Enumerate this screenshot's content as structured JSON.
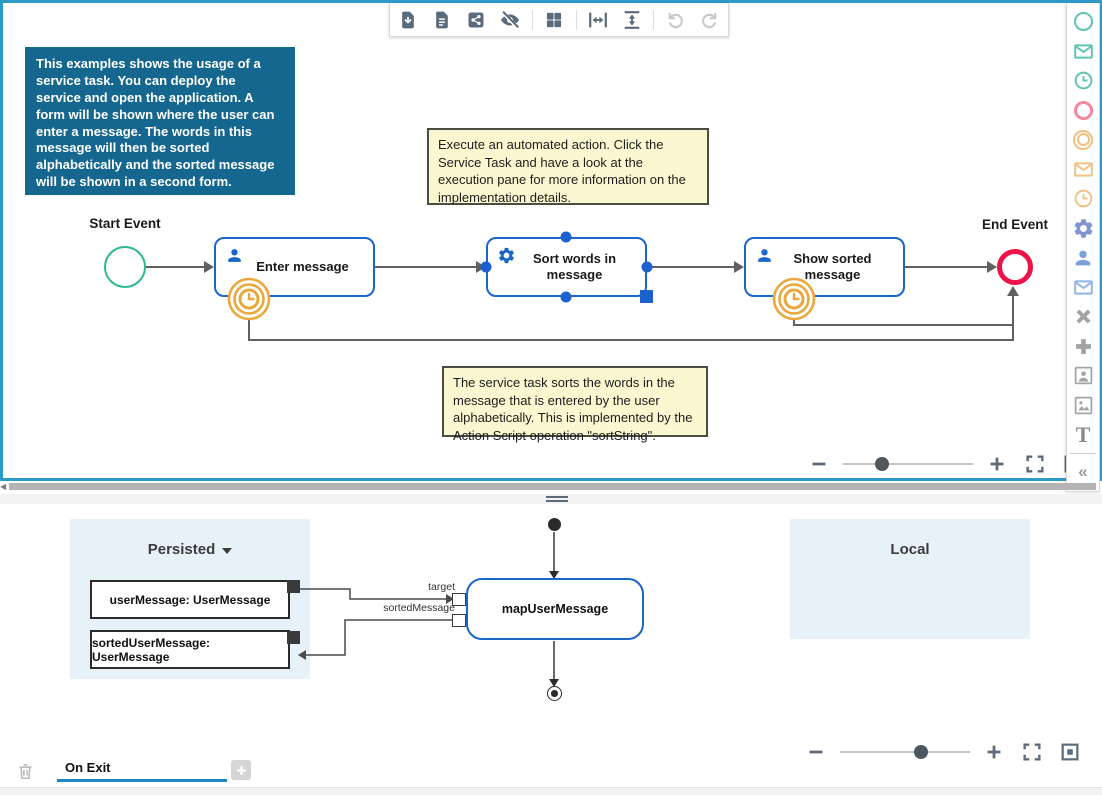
{
  "colors": {
    "canvas_border": "#2e9ac7",
    "info_box_bg": "#15678f",
    "note_bg": "#fbf7d0",
    "task_border": "#1b66c9",
    "start_event": "#2bb793",
    "end_event": "#ee1248",
    "timer_event": "#e9a73c",
    "selection": "#1d61d1",
    "flow_line": "#606060",
    "panel_bg": "#e7f1f8",
    "tab_underline": "#1f86c2",
    "toolbar_icon": "#5c6b7a"
  },
  "toolbar": {
    "icons": [
      "download-icon",
      "document-icon",
      "share-icon",
      "hide-annotations-icon",
      "grid-layout-icon",
      "fit-width-icon",
      "fit-height-icon",
      "undo-icon",
      "redo-icon"
    ]
  },
  "info_box": {
    "text": "This examples shows the usage of a service task. You can deploy the service and open the application. A form will be shown where the user can enter a message. The words in this message will then be sorted alphabetically and the sorted message will be shown in a second form."
  },
  "notes": [
    {
      "text": "Execute an automated action. Click the Service Task and have a look at the execution pane for more information on the implementation details."
    },
    {
      "text": "The service task sorts the words in the message that is entered by the user alphabetically. This is implemented by the Action Script operation \"sortString\"."
    }
  ],
  "process": {
    "start_event": {
      "label": "Start Event"
    },
    "end_event": {
      "label": "End Event"
    },
    "tasks": [
      {
        "label": "Enter message",
        "type": "user-task",
        "boundary": "timer"
      },
      {
        "label": "Sort words in message",
        "type": "service-task",
        "selected": true
      },
      {
        "label": "Show sorted message",
        "type": "user-task",
        "boundary": "timer"
      }
    ]
  },
  "palette": {
    "items": [
      "start-event",
      "message-start-event",
      "timer-start-event",
      "end-event",
      "intermediate-event",
      "message-intermediate-event",
      "timer-intermediate-event",
      "service-task",
      "user-task",
      "send-task",
      "x-gateway",
      "plus-gateway",
      "user-dialog",
      "image-annotation",
      "text-annotation"
    ],
    "collapse": "«"
  },
  "zoom_controls": {
    "top_slider_position_pct": 30,
    "bottom_slider_position_pct": 62
  },
  "mapping": {
    "persisted": {
      "title": "Persisted",
      "variables": [
        "userMessage: UserMessage",
        "sortedUserMessage: UserMessage"
      ]
    },
    "local": {
      "title": "Local"
    },
    "node": {
      "label": "mapUserMessage"
    },
    "connection_labels": [
      "target",
      "sortedMessage"
    ]
  },
  "tabs": {
    "active": "On Exit"
  }
}
